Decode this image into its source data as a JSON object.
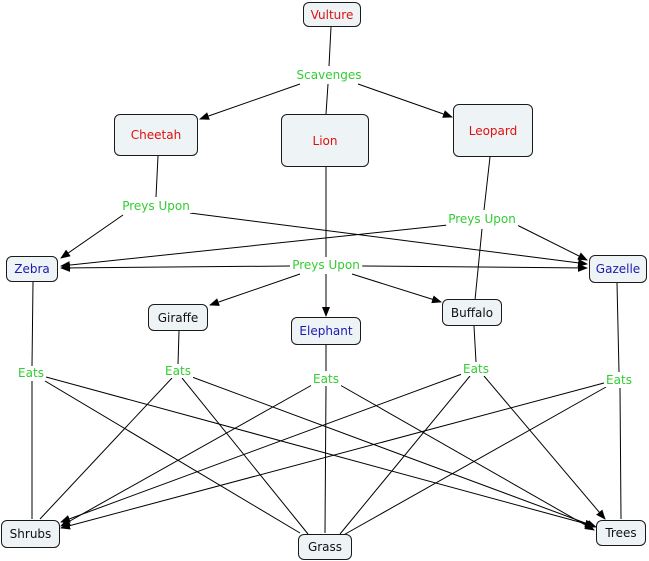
{
  "colors": {
    "predator": "#e01010",
    "prey": "#1a1ab0",
    "other": "#111111",
    "link_label": "#33cc33",
    "node_fill": "#eef3f5"
  },
  "nodes": {
    "vulture": "Vulture",
    "cheetah": "Cheetah",
    "lion": "Lion",
    "leopard": "Leopard",
    "zebra": "Zebra",
    "gazelle": "Gazelle",
    "giraffe": "Giraffe",
    "elephant": "Elephant",
    "buffalo": "Buffalo",
    "shrubs": "Shrubs",
    "grass": "Grass",
    "trees": "Trees"
  },
  "links": {
    "scavenges": "Scavenges",
    "preys_cheetah": "Preys Upon",
    "preys_leopard": "Preys Upon",
    "preys_lion": "Preys Upon",
    "eats_zebra": "Eats",
    "eats_giraffe": "Eats",
    "eats_elephant": "Eats",
    "eats_buffalo": "Eats",
    "eats_gazelle": "Eats"
  }
}
